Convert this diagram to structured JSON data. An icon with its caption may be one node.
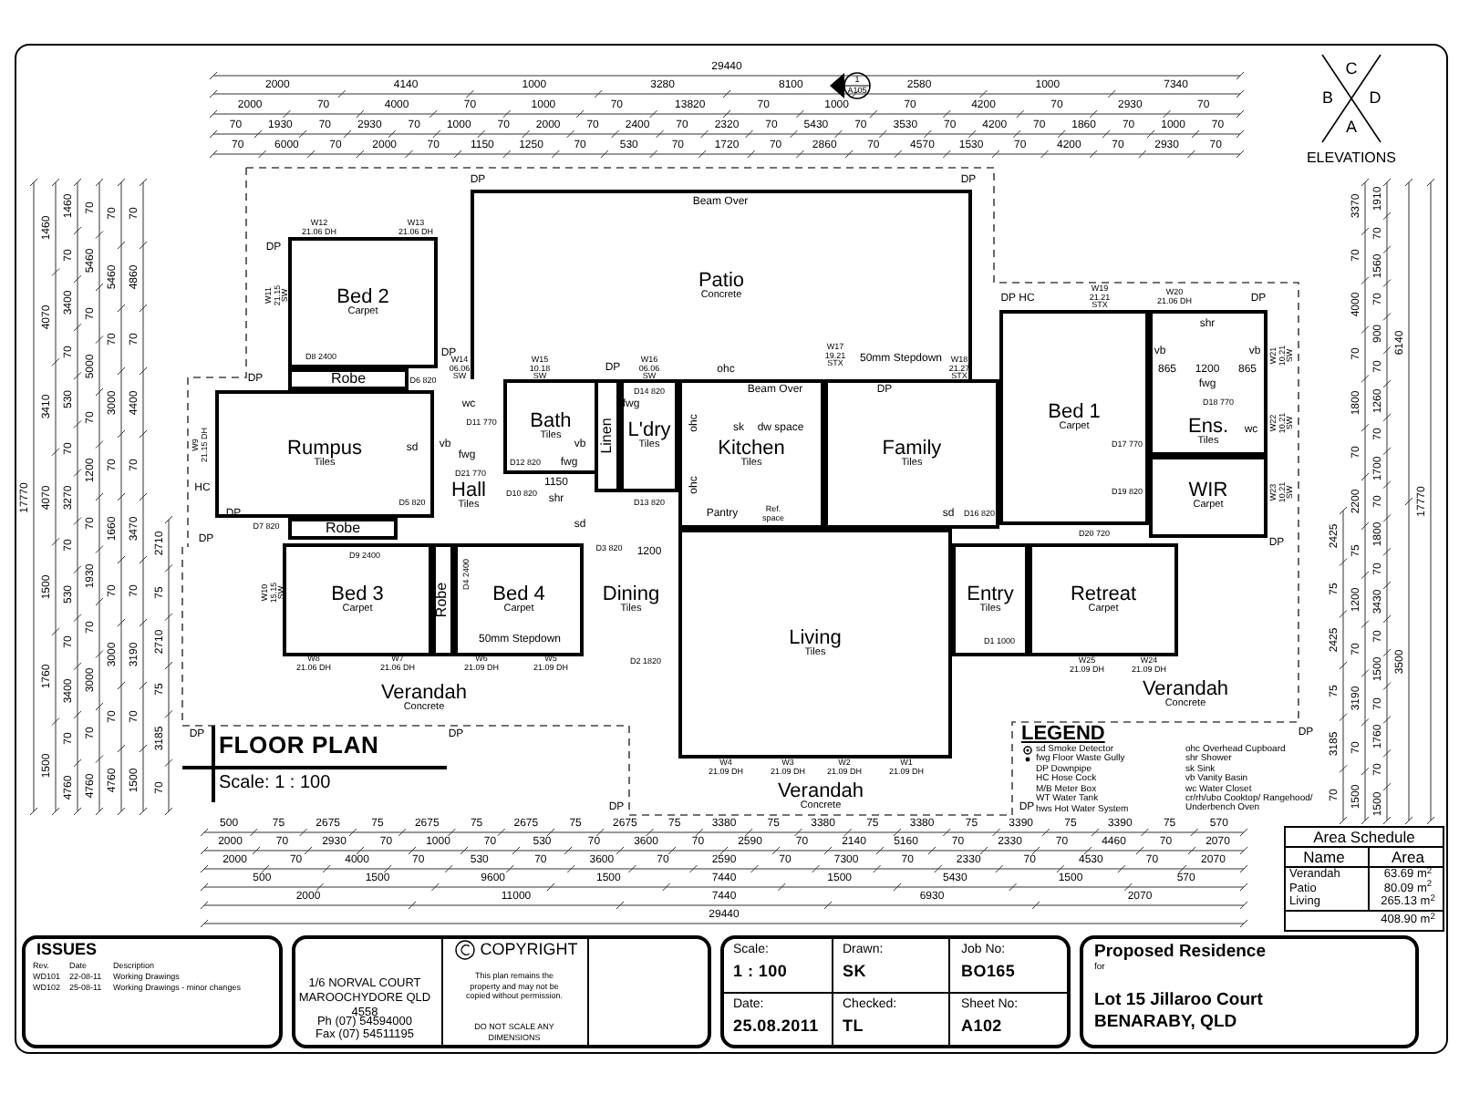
{
  "diagram": {
    "title": "FLOOR PLAN",
    "nodes": [
      {
        "text": [
          "Patio",
          "Concrete"
        ]
      },
      {
        "text": [
          "Bed 2",
          "Carpet"
        ]
      },
      {
        "text": [
          "Robe"
        ]
      },
      {
        "text": [
          "Rumpus",
          "Tiles"
        ]
      },
      {
        "text": [
          "Robe"
        ]
      },
      {
        "text": [
          "Bath",
          "Tiles"
        ]
      },
      {
        "text": [
          "Linen"
        ]
      },
      {
        "text": [
          "L'dry",
          "Tiles"
        ]
      },
      {
        "text": [
          "Hall",
          "Tiles"
        ]
      },
      {
        "text": [
          "Kitchen",
          "Tiles"
        ]
      },
      {
        "text": [
          "Family",
          "Tiles"
        ]
      },
      {
        "text": [
          "Bed 1",
          "Carpet"
        ]
      },
      {
        "text": [
          "Ens.",
          "Tiles"
        ]
      },
      {
        "text": [
          "WIR",
          "Carpet"
        ]
      },
      {
        "text": [
          "Bed 3",
          "Carpet"
        ]
      },
      {
        "text": [
          "Robe"
        ]
      },
      {
        "text": [
          "Bed 4",
          "Carpet"
        ]
      },
      {
        "text": [
          "Dining",
          "Tiles"
        ]
      },
      {
        "text": [
          "Entry",
          "Tiles"
        ]
      },
      {
        "text": [
          "Retreat",
          "Carpet"
        ]
      },
      {
        "text": [
          "Living",
          "Tiles"
        ]
      },
      {
        "text": [
          "Verandah",
          "Concrete"
        ]
      },
      {
        "text": [
          "Verandah",
          "Concrete"
        ]
      },
      {
        "text": [
          "Verandah",
          "Concrete"
        ]
      },
      {
        "text": [
          "Area Schedule"
        ]
      }
    ],
    "labels": [
      "29440",
      "2000",
      "4140",
      "1000",
      "3280",
      "8100",
      "2580",
      "1000",
      "7340",
      "2000",
      "70",
      "4000",
      "70",
      "1000",
      "70",
      "13820",
      "70",
      "1000",
      "70",
      "4200",
      "70",
      "2930",
      "70",
      "70",
      "1930",
      "70",
      "2930",
      "70",
      "1000",
      "70",
      "2000",
      "70",
      "2400",
      "70",
      "2320",
      "70",
      "5430",
      "70",
      "3530",
      "70",
      "4200",
      "70",
      "1860",
      "70",
      "1000",
      "70",
      "70",
      "6000",
      "70",
      "2000",
      "70",
      "1150",
      "1250",
      "70",
      "530",
      "70",
      "1720",
      "70",
      "2860",
      "70",
      "4570",
      "1530",
      "70",
      "4200",
      "70",
      "2930",
      "70",
      "1",
      "A105",
      "C",
      "B",
      "D",
      "A",
      "ELEVATIONS",
      "17770",
      "1460",
      "4070",
      "3410",
      "4070",
      "1500",
      "1760",
      "1500",
      "1460",
      "70",
      "3400",
      "70",
      "530",
      "70",
      "3270",
      "70",
      "530",
      "70",
      "3400",
      "70",
      "4760",
      "70",
      "5460",
      "70",
      "5000",
      "70",
      "1200",
      "70",
      "1930",
      "70",
      "3000",
      "70",
      "4760",
      "70",
      "5460",
      "70",
      "3000",
      "70",
      "1660",
      "70",
      "3000",
      "70",
      "4760",
      "70",
      "4860",
      "70",
      "4400",
      "70",
      "3470",
      "70",
      "3190",
      "70",
      "1500",
      "2710",
      "75",
      "2710",
      "75",
      "3185",
      "70",
      "2425",
      "75",
      "2425",
      "75",
      "3185",
      "70",
      "3370",
      "70",
      "4000",
      "70",
      "1800",
      "70",
      "2200",
      "75",
      "1200",
      "70",
      "3190",
      "70",
      "1500",
      "1910",
      "70",
      "1560",
      "70",
      "900",
      "70",
      "1260",
      "70",
      "1700",
      "70",
      "1800",
      "70",
      "3430",
      "70",
      "1500",
      "70",
      "1760",
      "70",
      "1500",
      "6140",
      "3500",
      "17770",
      "500",
      "75",
      "2675",
      "75",
      "2675",
      "75",
      "2675",
      "75",
      "2675",
      "75",
      "3380",
      "75",
      "3380",
      "75",
      "3380",
      "75",
      "3390",
      "75",
      "3390",
      "75",
      "570",
      "2000",
      "70",
      "2930",
      "70",
      "1000",
      "70",
      "530",
      "70",
      "3600",
      "70",
      "2590",
      "70",
      "2140",
      "5160",
      "70",
      "2330",
      "70",
      "4460",
      "70",
      "2070",
      "2000",
      "70",
      "4000",
      "70",
      "530",
      "70",
      "3600",
      "70",
      "2590",
      "70",
      "7300",
      "70",
      "2330",
      "70",
      "4530",
      "70",
      "2070",
      "500",
      "1500",
      "9600",
      "1500",
      "7440",
      "1500",
      "5430",
      "1500",
      "570",
      "2000",
      "11000",
      "7440",
      "6930",
      "2070",
      "29440",
      "DP",
      "DP",
      "Beam Over",
      "DP",
      "W12 21.06 DH",
      "W13 21.06 DH",
      "W11 21.15 SW",
      "D8 2400",
      "DP",
      "D6 820",
      "DP",
      "W14 06.06 SW",
      "W15 10.18 SW",
      "DP",
      "W16 06.06 SW",
      "wc",
      "D11 770",
      "vb",
      "fwg",
      "sd",
      "D12 820",
      "vb",
      "fwg",
      "1150",
      "shr",
      "D10 820",
      "D21 770",
      "fwg",
      "D14 820",
      "D13 820",
      "ohc",
      "W17 19.21 STX",
      "50mm Stepdown",
      "Beam Over",
      "DP",
      "W18 21.27 STX",
      "sk",
      "dw space",
      "ohc",
      "ohc",
      "Pantry",
      "Ref. space",
      "sd",
      "D16 820",
      "DP HC",
      "W19 21.21 STX",
      "W20 21.06 DH",
      "DP",
      "shr",
      "vb",
      "vb",
      "865",
      "1200",
      "865",
      "fwg",
      "D18 770",
      "wc",
      "D17 770",
      "D19 820",
      "W21 10.21 SW",
      "W22 10.21 SW",
      "W23 10.21 SW",
      "DP",
      "D20 720",
      "W9 21.15 DH",
      "HC",
      "DP",
      "DP",
      "D7 820",
      "D5 820",
      "D9 2400",
      "sd",
      "D3 820",
      "1200",
      "D4 2400",
      "W10 15.15 SW",
      "50mm Stepdown",
      "W8 21.06 DH",
      "W7 21.06 DH",
      "W6 21.09 DH",
      "W5 21.09 DH",
      "D2 1820",
      "D1 1000",
      "W25 21.09 DH",
      "W24 21.09 DH",
      "W4 21.09 DH",
      "W3 21.09 DH",
      "W2 21.09 DH",
      "W1 21.09 DH",
      "DP",
      "DP",
      "DP",
      "DP",
      "DP",
      "Scale: 1 : 100",
      "LEGEND",
      "Name",
      "Area",
      "Verandah",
      "63.69 m$^{2}$",
      "Patio",
      "80.09 m$^{2}$",
      "Living",
      "265.13 m$^{2}$",
      "408.90 m$^{2}$",
      "ISSUES",
      "Rev.",
      "Date",
      "Description",
      "WD101",
      "22-08-11",
      "Working Drawings",
      "WD102",
      "25-08-11",
      "Working Drawings - minor changes",
      "1/6 NORVAL COURT MAROOCHYDORE QLD 4558",
      "Ph (07) 54594000",
      "Fax (07) 54511195",
      "COPYRIGHT",
      "This plan remains the property and may not be copied without permission.",
      "DO NOT SCALE ANY DIMENSIONS",
      "Scale:",
      "1 : 100",
      "Drawn:",
      "SK",
      "Job No:",
      "BO165",
      "Date:",
      "25.08.2011",
      "Checked:",
      "TL",
      "Sheet No:",
      "A102",
      "Proposed Residence",
      "for",
      "Lot 15 Jillaroo Court BENARABY, QLD"
    ],
    "legend": [
      {
        "text": "sd Smoke Detector"
      },
      {
        "text": "fwg Floor Waste Gully"
      },
      {
        "text": "DP Downpipe"
      },
      {
        "text": "HC Hose Cock"
      },
      {
        "text": "M/B Meter Box"
      },
      {
        "text": "WT Water Tank"
      },
      {
        "text": "hws Hot Water System"
      },
      {
        "text": "ohc Overhead Cupboard"
      },
      {
        "text": "shr Shower"
      },
      {
        "text": "sk Sink"
      },
      {
        "text": "vb Vanity Basin"
      },
      {
        "text": "wc Water Closet"
      },
      {
        "text": "cr/rh/ubo Cooktop/ Rangehood/ Underbench Oven"
      }
    ]
  }
}
